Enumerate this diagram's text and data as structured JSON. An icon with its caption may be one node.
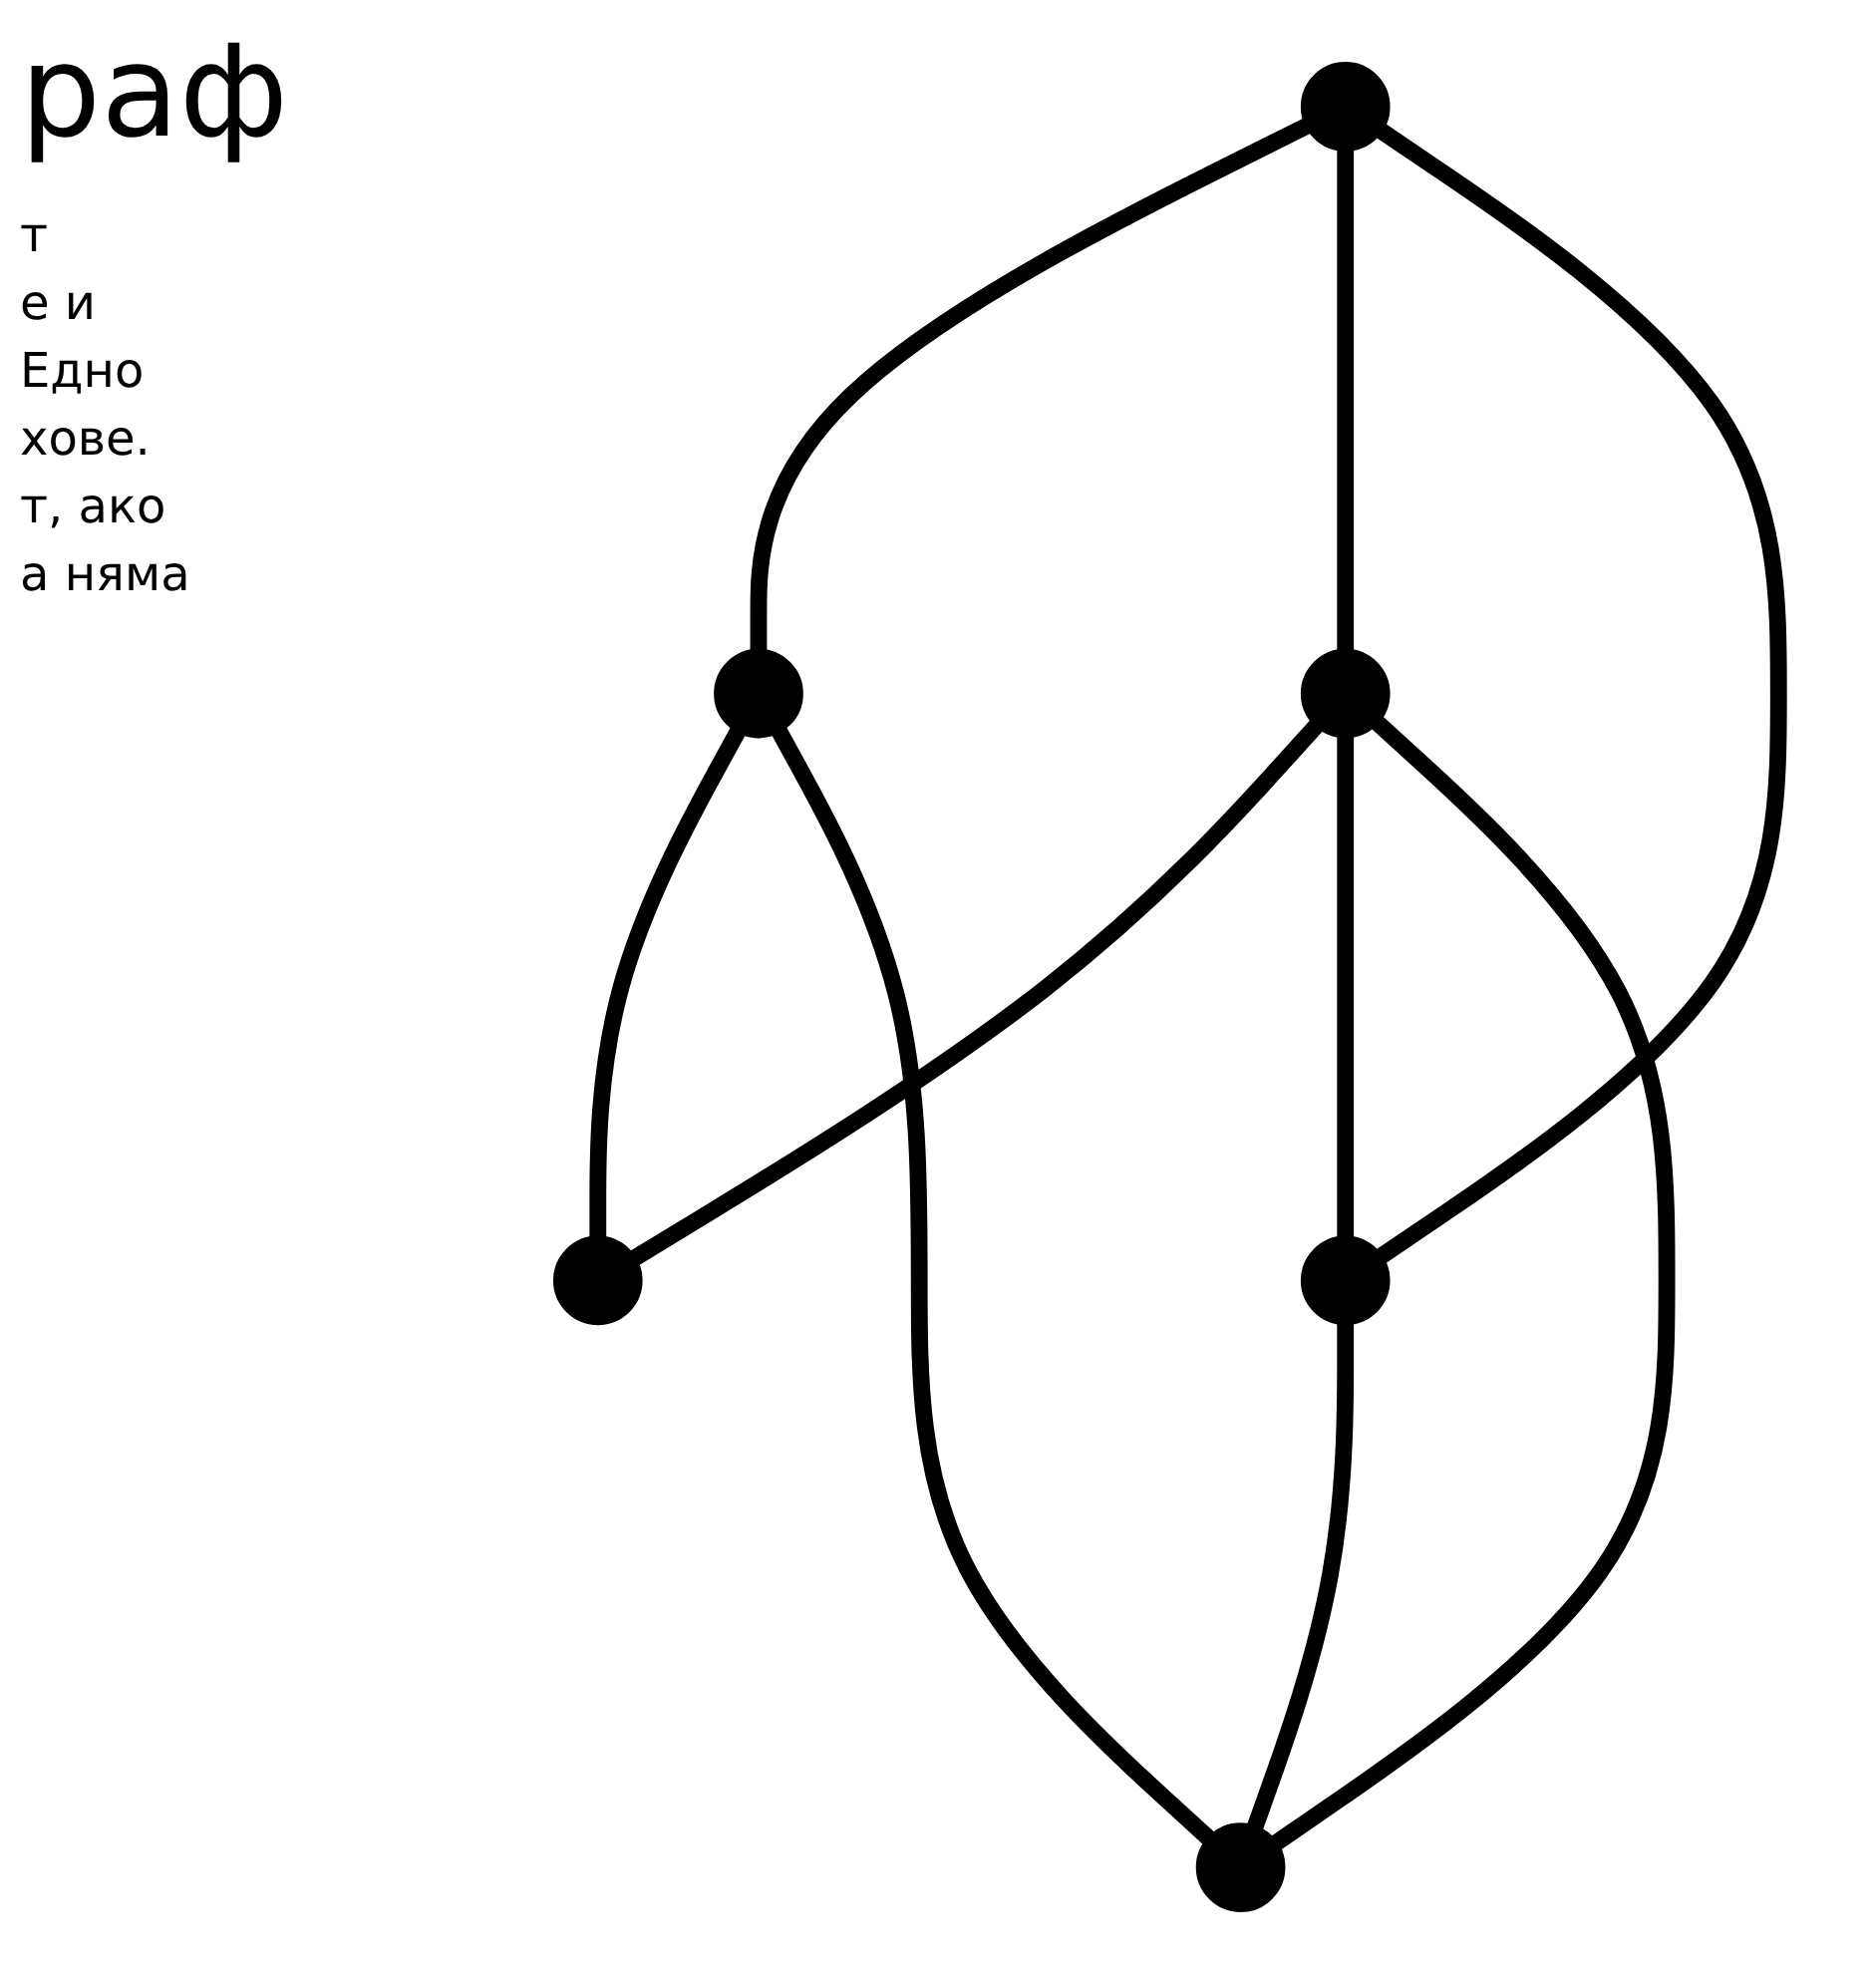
{
  "diagram": {
    "title": "раф",
    "nodes": [
      {
        "text": [],
        "shape": "circle"
      },
      {
        "text": [],
        "shape": "circle"
      },
      {
        "text": [],
        "shape": "circle"
      },
      {
        "text": [],
        "shape": "circle"
      },
      {
        "text": [],
        "shape": "circle"
      },
      {
        "text": [],
        "shape": "circle"
      }
    ],
    "edges": [
      {
        "from": 0,
        "to": 2,
        "arrow": "none"
      },
      {
        "from": 0,
        "to": 1,
        "arrow": "none"
      },
      {
        "from": 0,
        "to": 3,
        "arrow": "none"
      },
      {
        "from": 1,
        "to": 4,
        "arrow": "none"
      },
      {
        "from": 1,
        "to": 3,
        "arrow": "none"
      },
      {
        "from": 1,
        "to": 5,
        "arrow": "none"
      },
      {
        "from": 2,
        "to": 4,
        "arrow": "none"
      },
      {
        "from": 2,
        "to": 5,
        "arrow": "none"
      },
      {
        "from": 3,
        "to": 5,
        "arrow": "none"
      }
    ],
    "labels": [
      "т",
      "е и",
      "Едно",
      "хове.",
      "т, ако",
      "а няма"
    ]
  }
}
